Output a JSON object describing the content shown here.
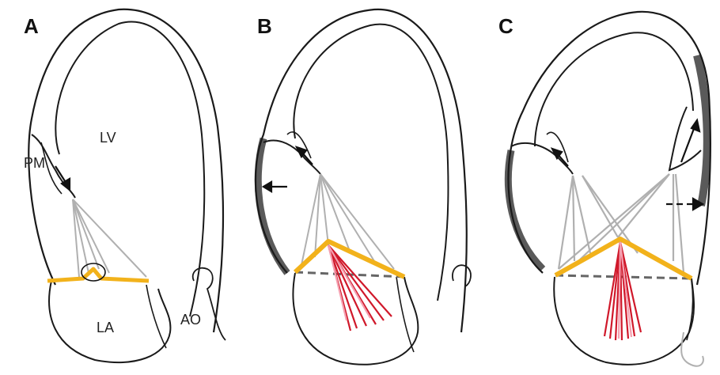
{
  "panels": [
    {
      "letter": "A",
      "labels": {
        "pm": "PM",
        "lv": "LV",
        "la": "LA",
        "ao": "AO"
      }
    },
    {
      "letter": "B"
    },
    {
      "letter": "C"
    }
  ],
  "colors": {
    "outline": "#1a1a1a",
    "thick_wall": "#5a5a5a",
    "chordae": "#b0b0b0",
    "leaflet": "#f2b21b",
    "regurgitant_jet": "#d0182a",
    "annulus_dashed": "#666666"
  }
}
